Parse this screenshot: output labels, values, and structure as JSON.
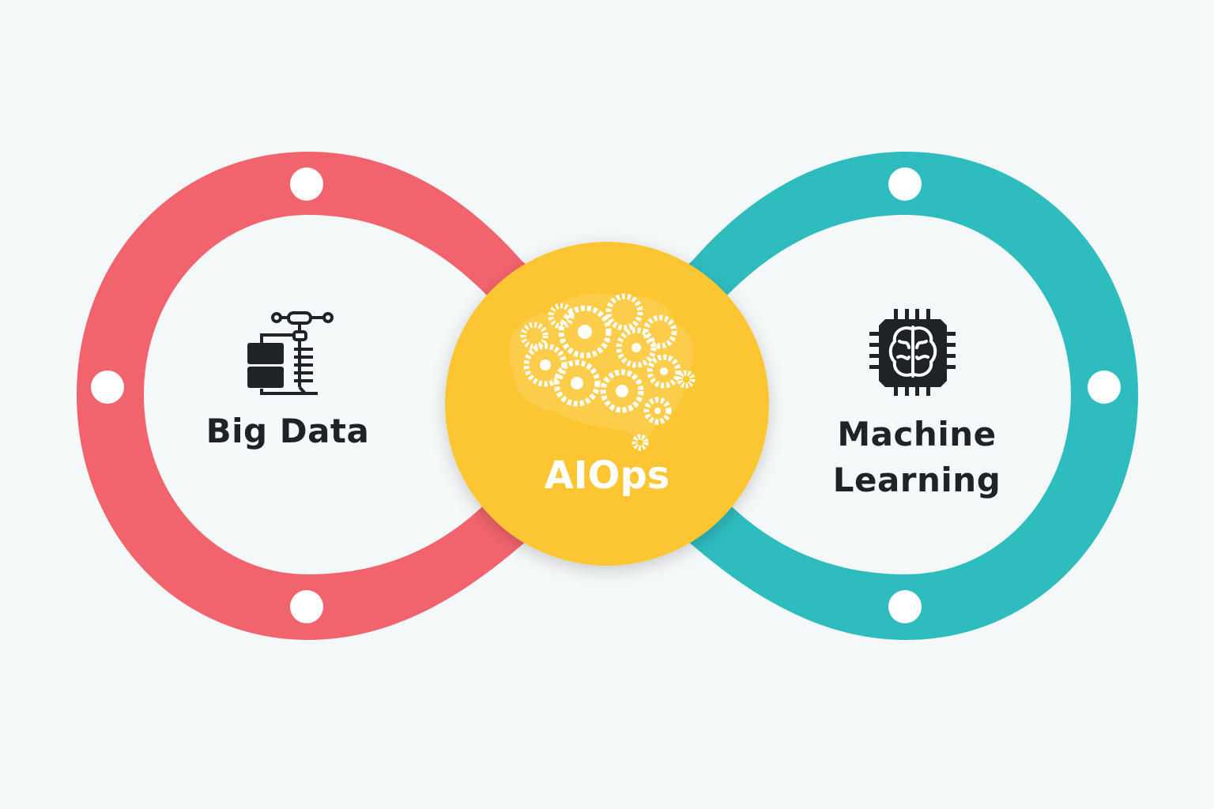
{
  "diagram": {
    "center": {
      "label": "AIOps",
      "icon": "gear-brain-icon",
      "color": "#fcc630"
    },
    "left": {
      "label": "Big Data",
      "icon": "database-server-icon",
      "color": "#f2646d"
    },
    "right": {
      "label_line1": "Machine",
      "label_line2": "Learning",
      "icon": "brain-chip-icon",
      "color": "#2fbcbf"
    },
    "colors": {
      "background": "#f5f8f9",
      "text": "#1f2328",
      "dots": "#ffffff"
    }
  }
}
